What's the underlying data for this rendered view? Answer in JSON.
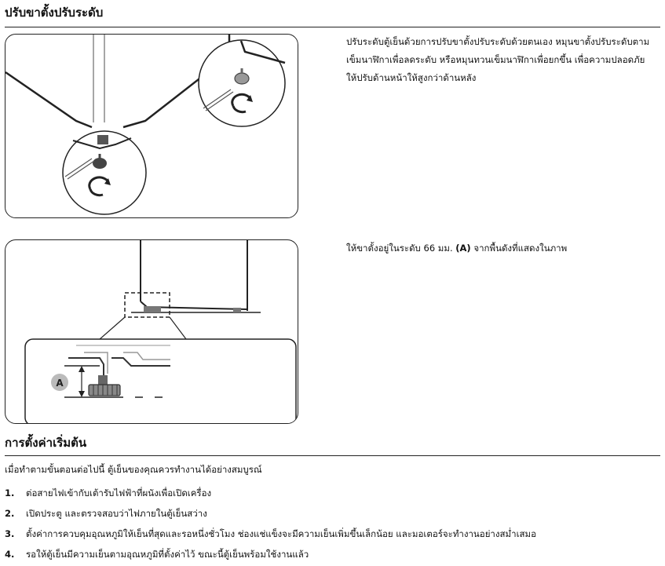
{
  "section1": {
    "heading": "ปรับขาตั้งปรับระดับ",
    "paragraph1": "ปรับระดับตู้เย็นด้วยการปรับขาตั้งปรับระดับด้วยตนเอง หมุนขาตั้งปรับระดับตามเข็มนาฬิกาเพื่อลดระดับ หรือหมุนทวนเข็มนาฬิกาเพื่อยกขึ้น เพื่อความปลอดภัย ให้ปรับด้านหน้าให้สูงกว่าด้านหลัง",
    "paragraph2_before": "ให้ขาตั้งอยู่ในระดับ 66 มม. ",
    "paragraph2_bold": "(A)",
    "paragraph2_after": " จากพื้นดังที่แสดงในภาพ",
    "callout_label": "A"
  },
  "section2": {
    "heading": "การตั้งค่าเริ่มต้น",
    "intro": "เมื่อทำตามขั้นตอนต่อไปนี้ ตู้เย็นของคุณควรทำงานได้อย่างสมบูรณ์",
    "steps": [
      {
        "num": "1.",
        "text": "ต่อสายไฟเข้ากับเต้ารับไฟฟ้าที่ผนังเพื่อเปิดเครื่อง"
      },
      {
        "num": "2.",
        "text": "เปิดประตู และตรวจสอบว่าไฟภายในตู้เย็นสว่าง"
      },
      {
        "num": "3.",
        "text": "ตั้งค่าการควบคุมอุณหภูมิให้เย็นที่สุดและรอหนึ่งชั่วโมง ช่องแช่แข็งจะมีความเย็นเพิ่มขึ้นเล็กน้อย และมอเตอร์จะทำงานอย่างสม่ำเสมอ"
      },
      {
        "num": "4.",
        "text": "รอให้ตู้เย็นมีความเย็นตามอุณหภูมิที่ตั้งค่าไว้ ขณะนี้ตู้เย็นพร้อมใช้งานแล้ว"
      }
    ]
  }
}
